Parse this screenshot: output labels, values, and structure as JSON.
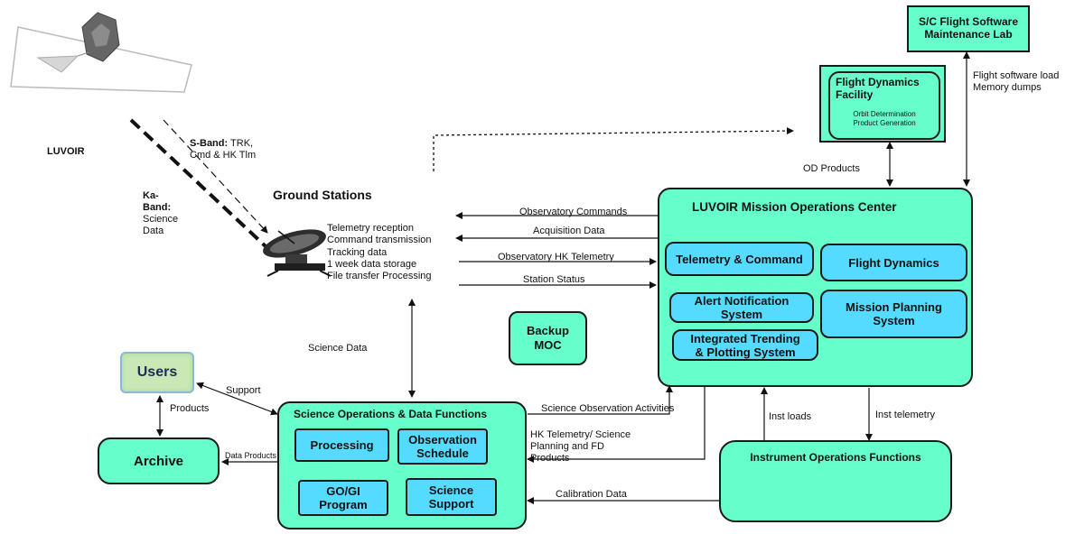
{
  "spacecraft": {
    "name": "LUVOIR"
  },
  "links": {
    "sband_label": "S-Band:",
    "sband_desc": "TRK,\nCmd & HK Tlm",
    "kaband_label": "Ka-\nBand:",
    "kaband_desc": "Science\nData"
  },
  "ground_stations": {
    "title": "Ground Stations",
    "functions": [
      "Telemetry reception",
      "Command transmission",
      "Tracking data",
      "1 week data storage",
      "File transfer Processing"
    ]
  },
  "sfsml": {
    "title": "S/C Flight Software\nMaintenance Lab"
  },
  "fdf": {
    "title": "Flight Dynamics\nFacility",
    "desc": "Orbit Determination\nProduct Generation"
  },
  "moc": {
    "title": "LUVOIR Mission Operations Center",
    "subsystems": {
      "tc": "Telemetry & Command",
      "fd": "Flight Dynamics",
      "ans": "Alert Notification\nSystem",
      "mps": "Mission Planning\nSystem",
      "itps": "Integrated Trending\n& Plotting System"
    }
  },
  "backup_moc": {
    "title": "Backup\nMOC"
  },
  "users": {
    "title": "Users"
  },
  "archive": {
    "title": "Archive"
  },
  "sodf": {
    "title": "Science  Operations & Data Functions",
    "subsystems": {
      "processing": "Processing",
      "obs_schedule": "Observation\nSchedule",
      "gogi": "GO/GI\nProgram",
      "sci_support": "Science\nSupport"
    }
  },
  "iof": {
    "title": "Instrument Operations Functions"
  },
  "flows": {
    "flight_sw_load": "Flight software load\nMemory dumps",
    "od_products": "OD Products",
    "obs_commands": "Observatory  Commands",
    "acq_data": "Acquisition Data",
    "obs_hk_telemetry": "Observatory  HK Telemetry",
    "station_status": "Station Status",
    "science_data": "Science Data",
    "support": "Support",
    "products": "Products",
    "data_products": "Data Products",
    "sci_obs_activities": "Science  Observation  Activities",
    "hk_sci_planning": "HK Telemetry/ Science\nPlanning  and FD\nProducts",
    "calibration_data": "Calibration  Data",
    "inst_loads": "Inst  loads",
    "inst_telemetry": "Inst  telemetry"
  }
}
